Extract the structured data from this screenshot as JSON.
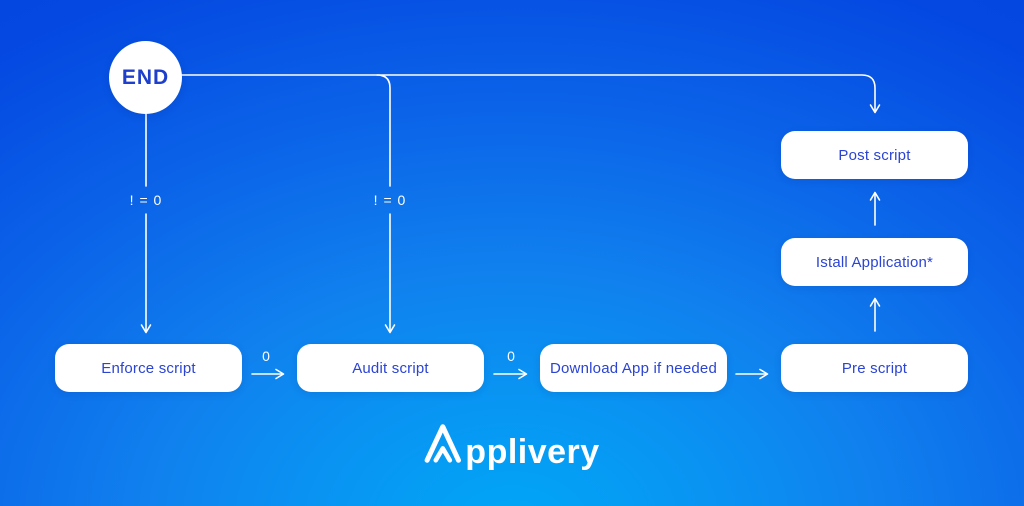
{
  "diagram": {
    "end_label": "END",
    "nodes": [
      {
        "id": "enforce",
        "label": "Enforce script"
      },
      {
        "id": "audit",
        "label": "Audit script"
      },
      {
        "id": "download",
        "label": "Download App if needed"
      },
      {
        "id": "pre",
        "label": "Pre script"
      },
      {
        "id": "istall",
        "label": "Istall Application*"
      },
      {
        "id": "post",
        "label": "Post script"
      }
    ],
    "edges": [
      {
        "from": "end",
        "to": "enforce",
        "label": "! = 0"
      },
      {
        "from": "end",
        "to": "audit",
        "label": "! = 0"
      },
      {
        "from": "end",
        "to": "post",
        "label": ""
      },
      {
        "from": "enforce",
        "to": "audit",
        "label": "0"
      },
      {
        "from": "audit",
        "to": "download",
        "label": "0"
      },
      {
        "from": "download",
        "to": "pre",
        "label": ""
      },
      {
        "from": "pre",
        "to": "istall",
        "label": ""
      },
      {
        "from": "istall",
        "to": "post",
        "label": ""
      }
    ],
    "colors": {
      "background_top": "#0447e1",
      "background_bottom": "#00a7f7",
      "node_background": "#ffffff",
      "node_text": "#2b44d3",
      "line": "#ffffff"
    }
  },
  "footer": {
    "brand": "Applivery",
    "brand_text_after_logo_mark": "pplivery"
  }
}
